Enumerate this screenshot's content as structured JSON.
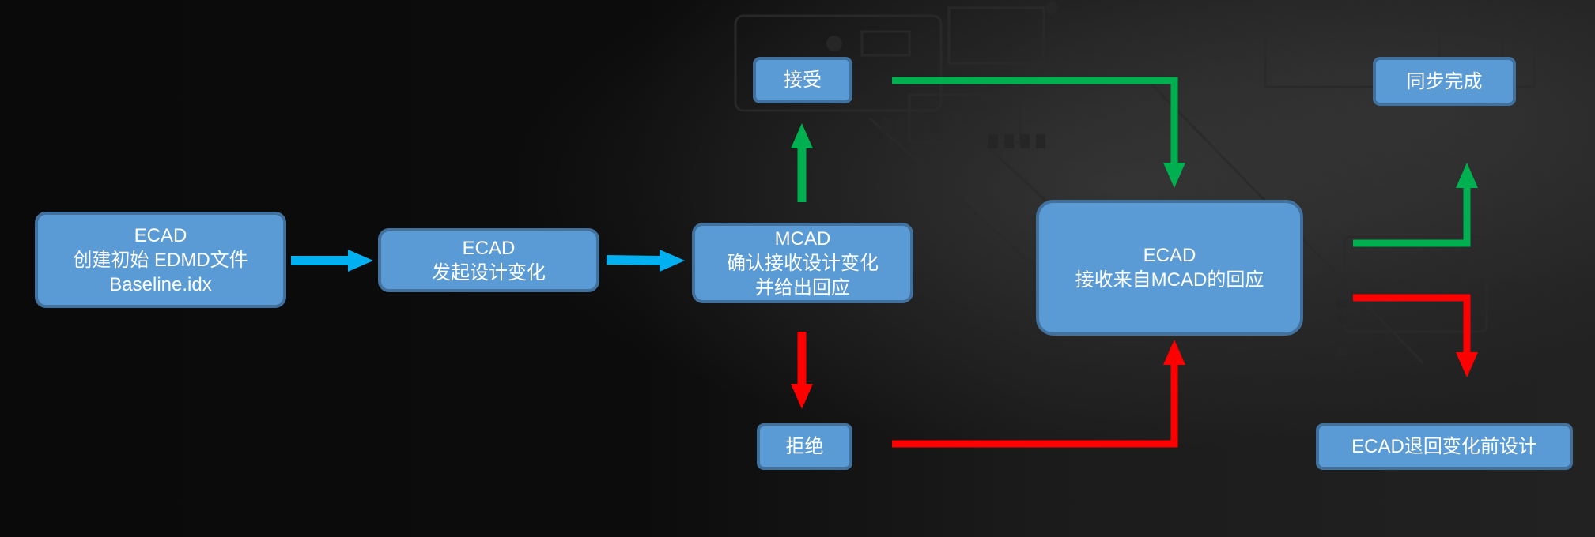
{
  "nodes": {
    "ecad_create": {
      "lines": [
        "ECAD",
        "创建初始 EDMD文件",
        "Baseline.idx"
      ]
    },
    "ecad_change": {
      "lines": [
        "ECAD",
        "发起设计变化"
      ]
    },
    "mcad_confirm": {
      "lines": [
        "MCAD",
        "确认接收设计变化",
        "并给出回应"
      ]
    },
    "accept": {
      "lines": [
        "接受"
      ]
    },
    "reject": {
      "lines": [
        "拒绝"
      ]
    },
    "ecad_receive": {
      "lines": [
        "ECAD",
        "接收来自MCAD的回应"
      ]
    },
    "sync_done": {
      "lines": [
        "同步完成"
      ]
    },
    "ecad_revert": {
      "lines": [
        "ECAD退回变化前设计"
      ]
    }
  },
  "colors": {
    "box_fill": "#5b9bd5",
    "box_border": "#41719c",
    "arrow_blue": "#00b0f0",
    "arrow_green": "#00b050",
    "arrow_red": "#ff0000"
  }
}
